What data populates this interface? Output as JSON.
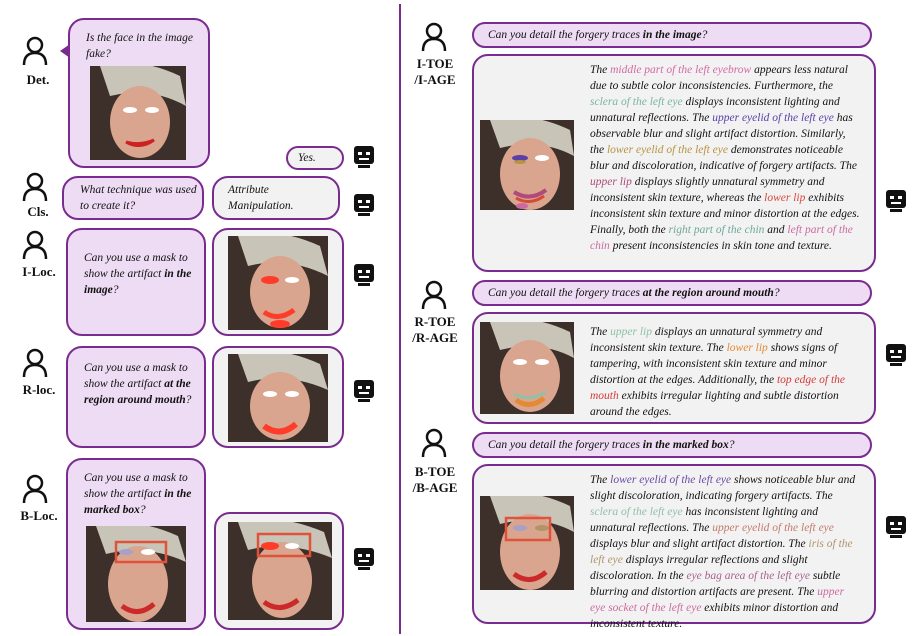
{
  "left": {
    "det": {
      "label": "Det.",
      "question": "Is the face in the image fake?",
      "answer": "Yes."
    },
    "cls": {
      "label": "Cls.",
      "question": "What technique was used to create it?",
      "answer": "Attribute Manipulation."
    },
    "iloc": {
      "label": "I-Loc.",
      "question_plain": "Can you use a mask to show the artifact",
      "question_bold": "in the image",
      "question_end": "?"
    },
    "rloc": {
      "label": "R-loc.",
      "question_plain": "Can you use a mask to show the artifact",
      "question_bold": "at the region around mouth",
      "question_end": "?"
    },
    "bloc": {
      "label": "B-Loc.",
      "question_plain": "Can you use a mask to show the artifact",
      "question_bold": "in the marked box",
      "question_end": "?"
    }
  },
  "right": {
    "i": {
      "label_line1": "I-TOE",
      "label_line2": "/I-AGE",
      "q_plain": "Can you detail the forgery traces",
      "q_bold": "in the image",
      "q_end": "?",
      "segments": [
        {
          "t": "The ",
          "c": ""
        },
        {
          "t": "middle part of the left eyebrow",
          "c": "c1"
        },
        {
          "t": " appears less natural due to subtle color inconsistencies. Furthermore, the ",
          "c": ""
        },
        {
          "t": "sclera of the left eye",
          "c": "c2"
        },
        {
          "t": " displays inconsistent lighting and unnatural reflections. The ",
          "c": ""
        },
        {
          "t": "upper eyelid of the left eye",
          "c": "c3"
        },
        {
          "t": " has observable blur and slight artifact distortion. Similarly, the ",
          "c": ""
        },
        {
          "t": "lower eyelid of the left eye",
          "c": "c4"
        },
        {
          "t": " demonstrates noticeable blur and discoloration, indicative of forgery artifacts. The ",
          "c": ""
        },
        {
          "t": "upper lip",
          "c": "c5"
        },
        {
          "t": " displays slightly unnatural symmetry and inconsistent skin texture, whereas the ",
          "c": ""
        },
        {
          "t": "lower lip",
          "c": "c6"
        },
        {
          "t": " exhibits inconsistent skin texture and minor distortion at the edges. Finally, both the ",
          "c": ""
        },
        {
          "t": "right part of the chin",
          "c": "c7"
        },
        {
          "t": " and ",
          "c": ""
        },
        {
          "t": "left part of the chin",
          "c": "c8"
        },
        {
          "t": " present inconsistencies in skin tone and texture.",
          "c": ""
        }
      ]
    },
    "r": {
      "label_line1": "R-TOE",
      "label_line2": "/R-AGE",
      "q_plain": "Can you detail the forgery traces",
      "q_bold": "at the region around mouth",
      "q_end": "?",
      "segments": [
        {
          "t": "The ",
          "c": ""
        },
        {
          "t": "upper lip",
          "c": "c15"
        },
        {
          "t": " displays an unnatural symmetry and inconsistent skin texture. The ",
          "c": ""
        },
        {
          "t": "lower lip",
          "c": "c9"
        },
        {
          "t": " shows signs of tampering, with inconsistent skin texture and minor distortion at the edges. Additionally, the ",
          "c": ""
        },
        {
          "t": "top edge of the mouth",
          "c": "c10"
        },
        {
          "t": " exhibits irregular lighting and subtle distortion around the edges.",
          "c": ""
        }
      ]
    },
    "b": {
      "label_line1": "B-TOE",
      "label_line2": "/B-AGE",
      "q_plain": "Can you detail the forgery traces",
      "q_bold": "in the marked box",
      "q_end": "?",
      "segments": [
        {
          "t": "The ",
          "c": ""
        },
        {
          "t": "lower eyelid of the left eye",
          "c": "c14"
        },
        {
          "t": " shows noticeable blur and slight discoloration, indicating forgery artifacts. The ",
          "c": ""
        },
        {
          "t": "sclera of the left eye",
          "c": "c15"
        },
        {
          "t": " has inconsistent lighting and unnatural reflections. The ",
          "c": ""
        },
        {
          "t": "upper eyelid of the left eye",
          "c": "c11"
        },
        {
          "t": " displays blur and slight artifact distortion. The ",
          "c": ""
        },
        {
          "t": "iris of the left eye",
          "c": "c12"
        },
        {
          "t": " displays irregular reflections and slight discoloration. In the ",
          "c": ""
        },
        {
          "t": "eye bag area of the left eye",
          "c": "c13"
        },
        {
          "t": " subtle blurring and distortion artifacts are present. The ",
          "c": ""
        },
        {
          "t": "upper eye socket of the left eye",
          "c": "c8"
        },
        {
          "t": " exhibits minor distortion and inconsistent texture.",
          "c": ""
        }
      ]
    }
  },
  "colors": {
    "border": "#7a2b8f",
    "user_bubble": "#eddcf3",
    "bot_bubble": "#f2f2f2",
    "box": "#e0523a"
  }
}
